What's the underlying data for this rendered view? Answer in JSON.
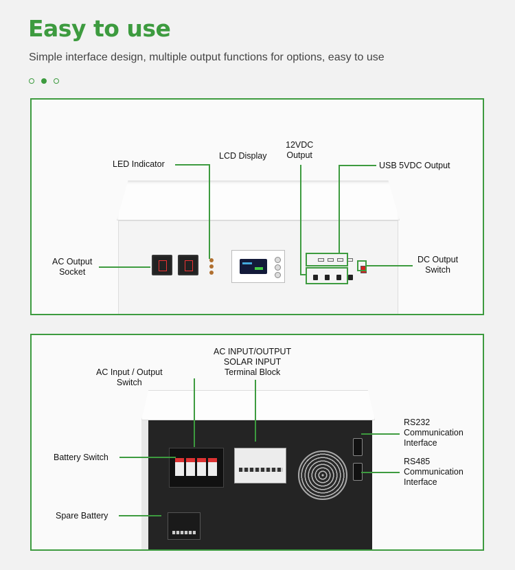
{
  "header": {
    "title": "Easy to use",
    "subtitle": "Simple interface design, multiple output functions for options, easy to use",
    "carousel_dots": 3,
    "active_dot": 2
  },
  "colors": {
    "accent": "#3d9b3f",
    "background": "#f2f2f2"
  },
  "front_panel": {
    "labels": {
      "led_indicator": "LED Indicator",
      "lcd_display": "LCD Display",
      "dc12_line1": "12VDC",
      "dc12_line2": "Output",
      "usb_output": "USB 5VDC Output",
      "ac_output_line1": "AC Output",
      "ac_output_line2": "Socket",
      "dc_switch_line1": "DC Output",
      "dc_switch_line2": "Switch"
    }
  },
  "back_panel": {
    "labels": {
      "terminal_line1": "AC INPUT/OUTPUT",
      "terminal_line2": "SOLAR INPUT",
      "terminal_line3": "Terminal Block",
      "ac_switch_line1": "AC Input / Output",
      "ac_switch_line2": "Switch",
      "battery_switch": "Battery Switch",
      "spare_battery": "Spare Battery",
      "rs232_line1": "RS232",
      "rs232_line2": "Communication",
      "rs232_line3": "Interface",
      "rs485_line1": "RS485",
      "rs485_line2": "Communication",
      "rs485_line3": "Interface"
    }
  }
}
